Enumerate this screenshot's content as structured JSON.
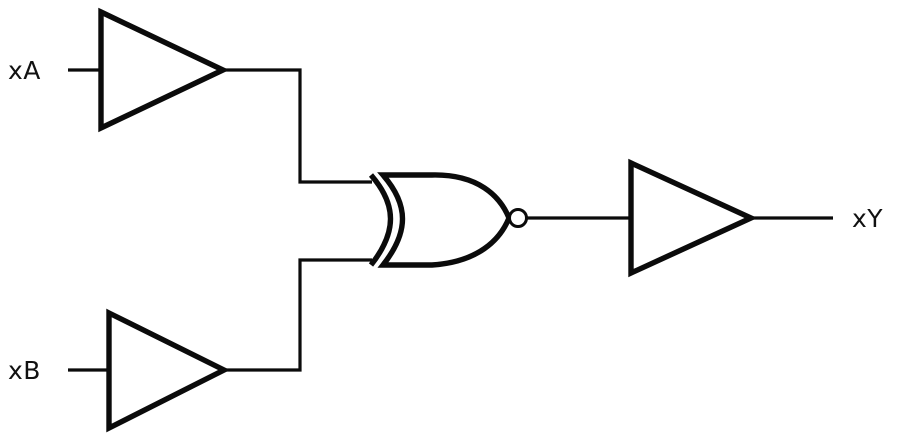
{
  "diagram": {
    "title": "XNOR logic circuit schematic",
    "type": "logic-circuit",
    "background_color": "#ffffff",
    "line_color": "#0b0b0b",
    "line_width": 3
  },
  "labels": {
    "input_a": "xA",
    "input_b": "xB",
    "output_y": "xY"
  },
  "gates": [
    {
      "id": "buffer-a",
      "symbol": "buffer",
      "role": "input buffer for xA",
      "label": "xA"
    },
    {
      "id": "buffer-b",
      "symbol": "buffer",
      "role": "input buffer for xB",
      "label": "xB"
    },
    {
      "id": "xnor-gate",
      "symbol": "xnor",
      "role": "two-input XNOR gate with inverting output bubble",
      "inputs": 2,
      "inverted_output": true
    },
    {
      "id": "buffer-y",
      "symbol": "buffer",
      "role": "output buffer driving xY",
      "label": "xY"
    }
  ],
  "nets": [
    {
      "id": "net-xa-in",
      "from": "xA",
      "to": "buffer-a"
    },
    {
      "id": "net-a-xnor",
      "from": "buffer-a",
      "to": "xnor-gate input 1"
    },
    {
      "id": "net-xb-in",
      "from": "xB",
      "to": "buffer-b"
    },
    {
      "id": "net-b-xnor",
      "from": "buffer-b",
      "to": "xnor-gate input 2"
    },
    {
      "id": "net-xnor-buf",
      "from": "xnor-gate",
      "to": "buffer-y"
    },
    {
      "id": "net-out-xy",
      "from": "buffer-y",
      "to": "xY"
    }
  ]
}
